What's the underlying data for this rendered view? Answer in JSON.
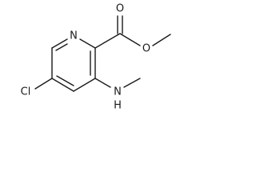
{
  "molecule": {
    "atoms": {
      "ring_nitrogen": "N",
      "carbonyl_oxygen": "O",
      "ester_oxygen": "O",
      "chlorine": "Cl",
      "amine_nitrogen": "N",
      "amine_hydrogen": "H"
    }
  }
}
